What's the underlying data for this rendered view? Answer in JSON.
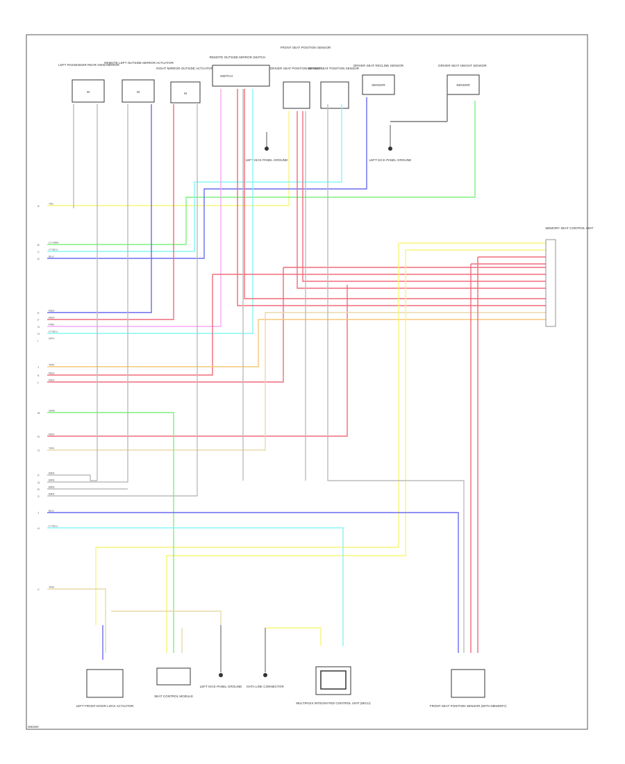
{
  "diagram": {
    "footer_code": "W60200",
    "colors": {
      "YEL": "#f5f57a",
      "LTGRN": "#7ef07e",
      "LTBLU": "#86f5f5",
      "BLU": "#6a6af0",
      "RED": "#f06a7a",
      "PNK": "#f5a8f5",
      "ORG": "#f5c878",
      "TAN": "#e8d8a8",
      "GRY": "#bbbbbb",
      "BLK": "#666666",
      "WHT": "#dddddd"
    },
    "left_labels": [
      {
        "letter": "A",
        "color": "YEL"
      },
      {
        "letter": "B",
        "color": "LT GRN"
      },
      {
        "letter": "C",
        "color": "LT BLU"
      },
      {
        "letter": "D",
        "color": "BLU"
      },
      {
        "letter": "E",
        "color": "RED"
      },
      {
        "letter": "F",
        "color": "RED"
      },
      {
        "letter": "G",
        "color": "PNK"
      },
      {
        "letter": "H",
        "color": "LT BLU"
      },
      {
        "letter": "I",
        "color": "GRY"
      },
      {
        "letter": "J",
        "color": "TAN"
      },
      {
        "letter": "K",
        "color": "RED"
      },
      {
        "letter": "L",
        "color": "RED"
      },
      {
        "letter": "M",
        "color": "GRN"
      },
      {
        "letter": "N",
        "color": "RED"
      },
      {
        "letter": "O",
        "color": "TAN"
      },
      {
        "letter": "P",
        "color": "BRN"
      },
      {
        "letter": "Q",
        "color": "BRN"
      },
      {
        "letter": "R",
        "color": "BRN"
      },
      {
        "letter": "S",
        "color": "BRN"
      },
      {
        "letter": "T",
        "color": "BLU"
      },
      {
        "letter": "U",
        "color": "LT BLU"
      },
      {
        "letter": "V",
        "color": "TAN"
      }
    ],
    "top_components": [
      {
        "name": "LEFT PASSENGER REAR VIEW MIRROR",
        "mark": "M"
      },
      {
        "name": "REMOTE LEFT OUTSIDE MIRROR ACTUATOR",
        "mark": "M"
      },
      {
        "name": "RIGHT MIRROR OUTSIDE ACTUATOR",
        "mark": "M"
      },
      {
        "name": "REMOTE OUTSIDE MIRROR SWITCH",
        "mark": "SWITCH"
      },
      {
        "name": "DRIVER SEAT POSITION SENSOR",
        "mark": ""
      },
      {
        "name": "DRIVER SEAT POSITION SENSOR",
        "mark": ""
      },
      {
        "name": "DRIVER SEAT RECLINE SENSOR",
        "mark": "SENSOR"
      },
      {
        "name": "DRIVER SEAT HEIGHT SENSOR",
        "mark": "SENSOR"
      }
    ],
    "top_header": "FRONT SEAT POSITION SENSOR",
    "grounds_top": [
      {
        "label": "LEFT KICK PANEL GROUND"
      },
      {
        "label": "LEFT KICK PANEL GROUND"
      }
    ],
    "right_connector": {
      "label": "MEMORY SEAT CONTROL UNIT"
    },
    "bottom_components": [
      {
        "name": "LEFT FRONT DOOR LOCK ACTUATOR"
      },
      {
        "name": "SEAT CONTROL MODULE"
      },
      {
        "name": "LEFT KICK PANEL GROUND"
      },
      {
        "name": "DATA LINK CONNECTOR"
      },
      {
        "name": "MULTIPLEX INTEGRATED CONTROL UNIT (MICU)"
      },
      {
        "name": "FRONT SEAT POSITION SENSOR (WITH MEMORY)"
      }
    ]
  }
}
